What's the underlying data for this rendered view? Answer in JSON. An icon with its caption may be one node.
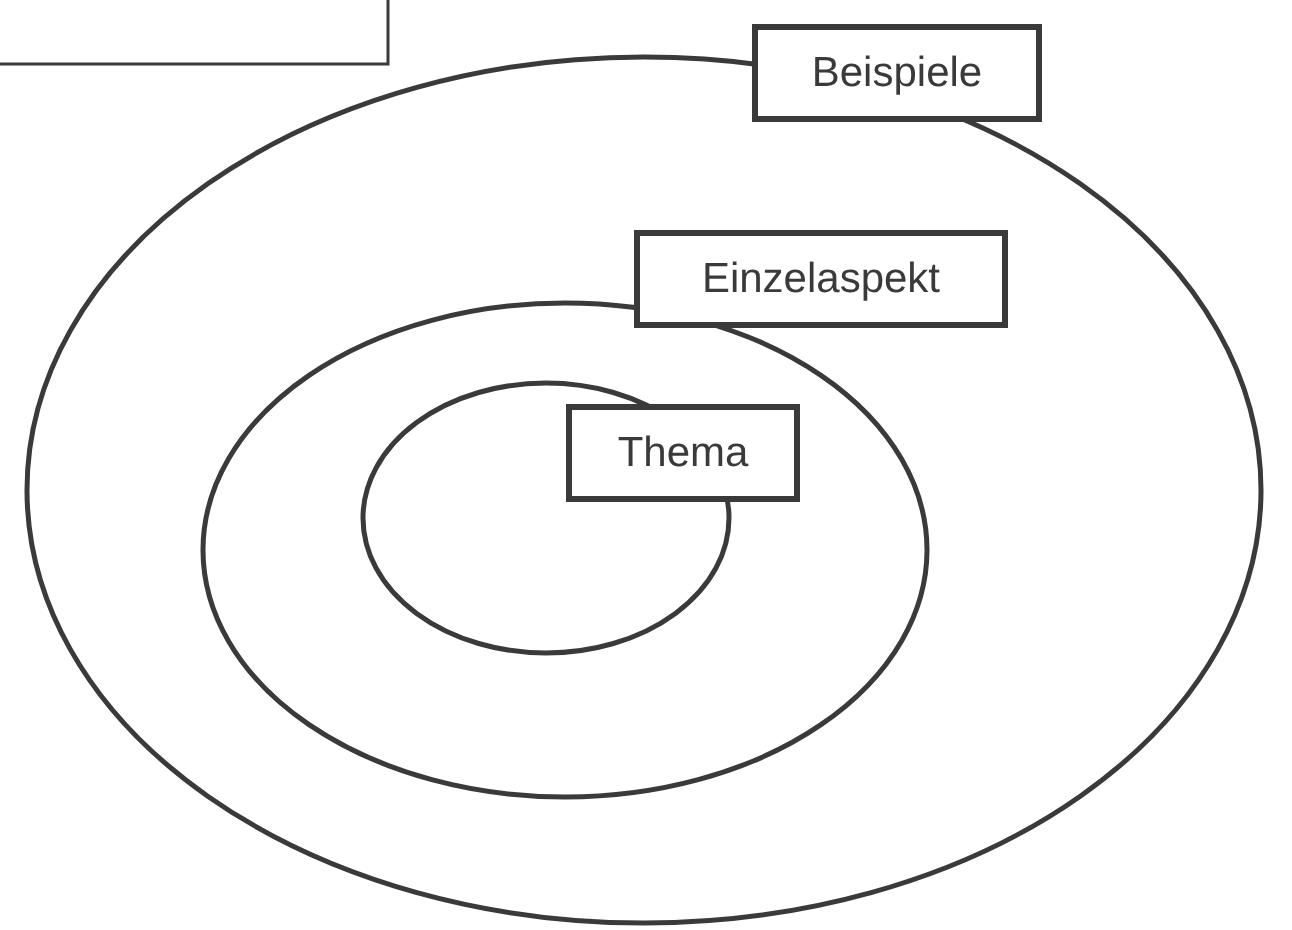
{
  "diagram": {
    "nodes": [
      {
        "text": [],
        "shape": "box"
      },
      {
        "text": [
          "Beispiele"
        ]
      },
      {
        "text": [
          "Einzelaspekt"
        ],
        "in": 1
      },
      {
        "text": [
          "Thema"
        ],
        "in": 2
      }
    ],
    "edges": []
  }
}
